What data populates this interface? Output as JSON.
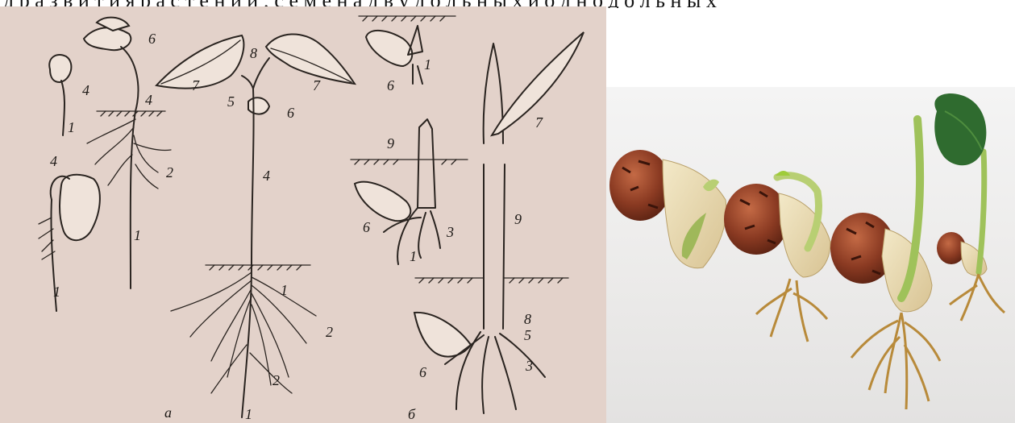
{
  "header_text": "д р а з в и т и я р а с т е н и й ; с е м е н а д в у д о л ь н ы х и о д н о д о л ь н ы х",
  "sketch": {
    "labels": {
      "n1a": "1",
      "n1b": "1",
      "n1c": "1",
      "n1d": "1",
      "n1e": "1",
      "n1f": "1",
      "n1g": "1",
      "n2a": "2",
      "n2b": "2",
      "n2c": "2",
      "n3a": "3",
      "n3b": "3",
      "n4a": "4",
      "n4b": "4",
      "n4c": "4",
      "n4d": "4",
      "n5a": "5",
      "n5b": "5",
      "n6a": "6",
      "n6b": "6",
      "n6c": "6",
      "n6d": "6",
      "n6e": "6",
      "n7a": "7",
      "n7b": "7",
      "n7c": "7",
      "n8a": "8",
      "n8b": "8",
      "n9a": "9",
      "n9b": "9"
    },
    "caption_a": "а",
    "caption_b": "б"
  },
  "photo": {
    "subject": "bean-germination-stages",
    "colors": {
      "seed_coat": "#8a3a22",
      "cotyledon": "#eadcb4",
      "sprout": "#b8cf73",
      "root": "#b88a3a",
      "leaf": "#2f6b2f"
    }
  }
}
